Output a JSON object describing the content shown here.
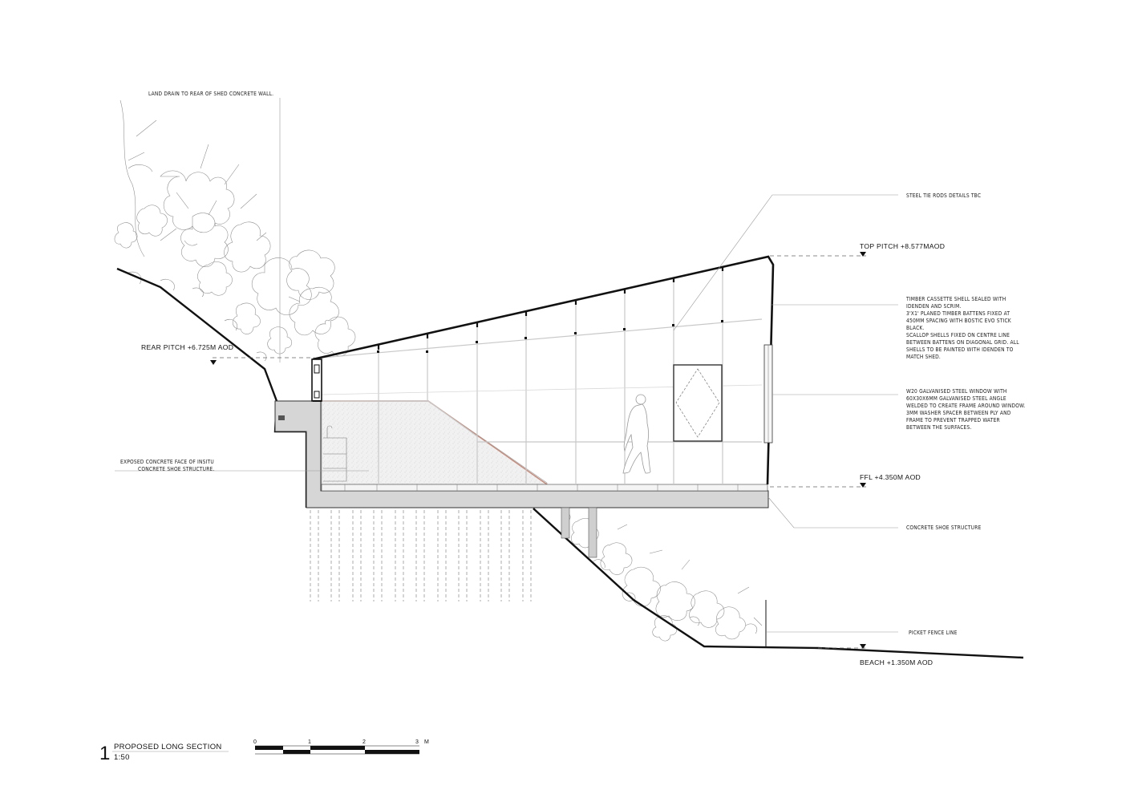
{
  "annotations": {
    "land_drain": "LAND DRAIN TO REAR OF SHED CONCRETE WALL.",
    "steel_tie_rods": "STEEL TIE RODS DETAILS TBC",
    "timber_cassette": [
      "TIMBER CASSETTE SHELL SEALED WITH",
      "IDENDEN AND SCRIM.",
      "3'X1' PLANED TIMBER BATTENS FIXED AT",
      "450MM SPACING WITH BOSTIC EVO STICK",
      "BLACK.",
      "SCALLOP SHELLS FIXED ON CENTRE LINE",
      "BETWEEN BATTENS ON DIAGONAL GRID. ALL",
      "SHELLS TO BE PAINTED WITH IDENDEN TO",
      "MATCH SHED."
    ],
    "window": [
      "W20 GALVANISED STEEL WINDOW WITH",
      "60X30X6MM GALVANISED STEEL ANGLE",
      "WELDED TO CREATE FRAME AROUND WINDOW.",
      "3MM WASHER SPACER BETWEEN PLY AND",
      "FRAME TO PREVENT TRAPPED WATER",
      "BETWEEN THE SURFACES."
    ],
    "exposed_concrete": [
      "EXPOSED CONCRETE FACE OF INSITU",
      "CONCRETE SHOE STRUCTURE."
    ],
    "concrete_shoe": "CONCRETE SHOE STRUCTURE",
    "picket_fence": "PICKET FENCE LINE"
  },
  "levels": {
    "top_pitch": "TOP PITCH +8.577MAOD",
    "rear_pitch": "REAR PITCH +6.725M AOD",
    "ffl": "FFL +4.350M AOD",
    "beach": "BEACH +1.350M AOD"
  },
  "title_block": {
    "number": "1",
    "title": "PROPOSED LONG SECTION",
    "scale": "1:50"
  },
  "scale_bar": {
    "ticks": [
      "0",
      "1",
      "2",
      "3"
    ],
    "unit": "M"
  },
  "colors": {
    "ink": "#111111",
    "hatch": "#e9e9e9",
    "concrete": "#d4d4d4",
    "liner": "#c48a7a"
  }
}
